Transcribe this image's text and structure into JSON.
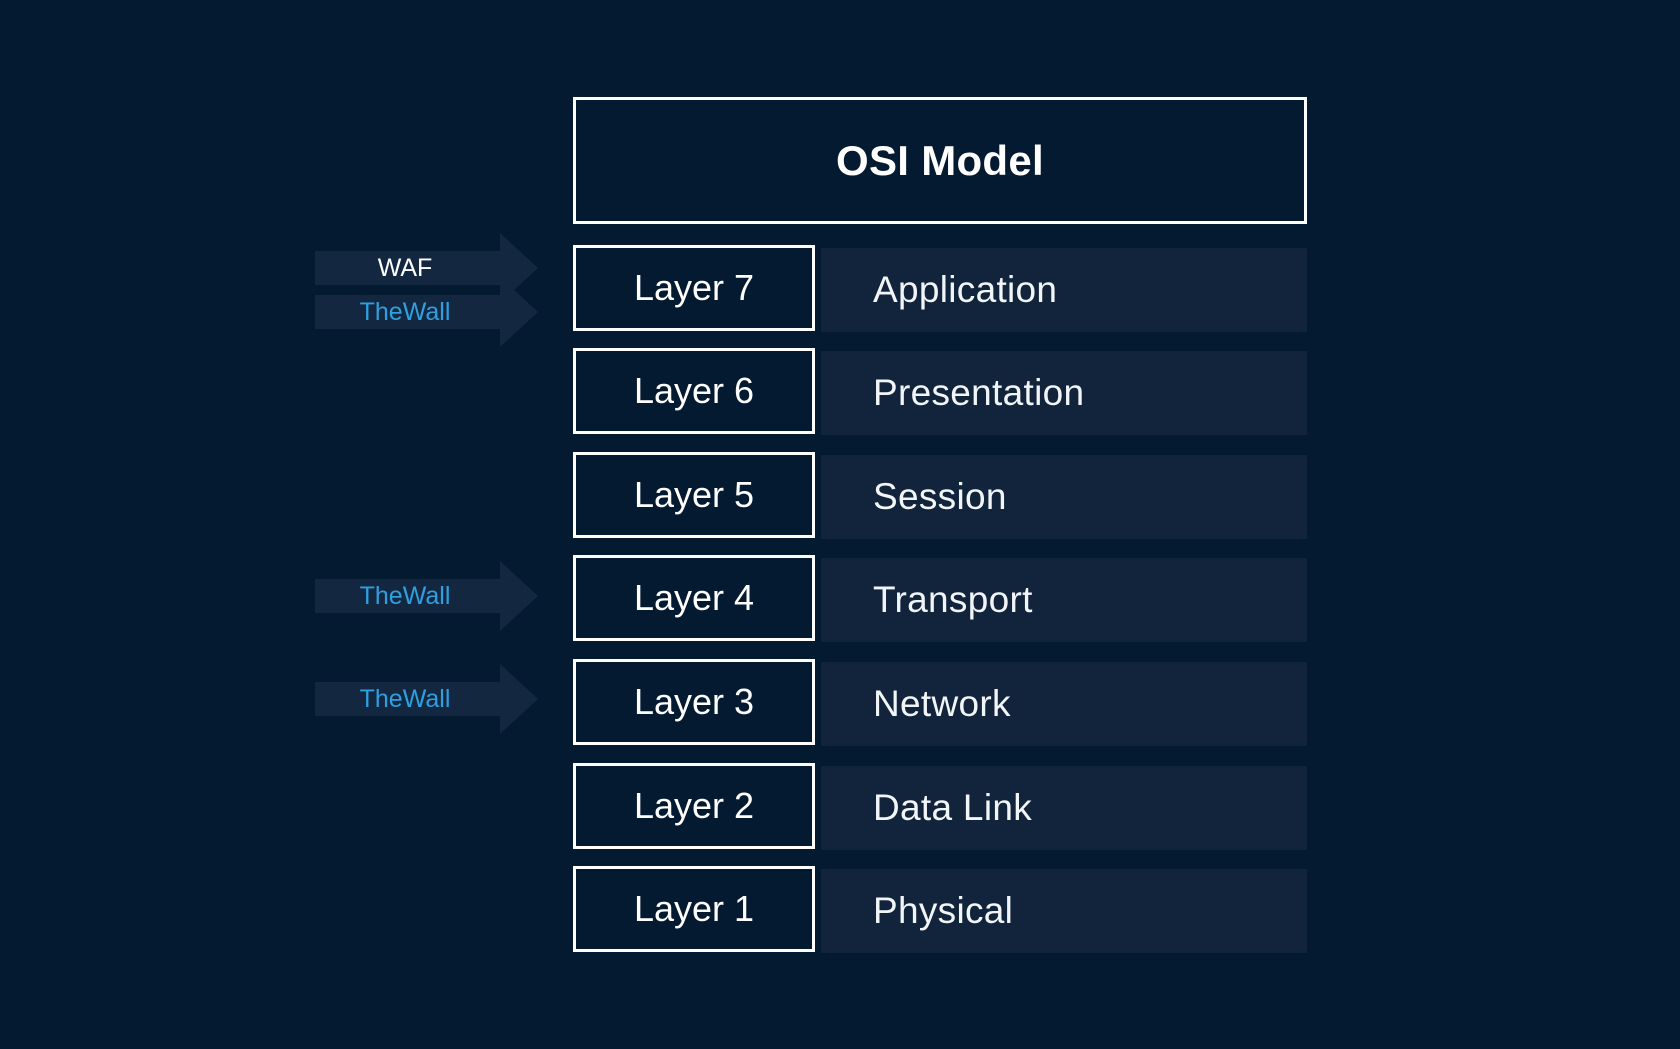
{
  "diagram": {
    "title": "OSI Model",
    "layers": [
      {
        "label": "Layer 7",
        "name": "Application"
      },
      {
        "label": "Layer 6",
        "name": "Presentation"
      },
      {
        "label": "Layer 5",
        "name": "Session"
      },
      {
        "label": "Layer 4",
        "name": "Transport"
      },
      {
        "label": "Layer 3",
        "name": "Network"
      },
      {
        "label": "Layer 2",
        "name": "Data Link"
      },
      {
        "label": "Layer 1",
        "name": "Physical"
      }
    ],
    "protections": [
      {
        "label": "WAF",
        "target": "Layer 7"
      },
      {
        "label": "TheWall",
        "target": "Layer 7"
      },
      {
        "label": "TheWall",
        "target": "Layer 4"
      },
      {
        "label": "TheWall",
        "target": "Layer 3"
      }
    ]
  },
  "colors": {
    "background": "#041a30",
    "layer_name_bar": "#11243b",
    "arrow_fill": "#132840",
    "thewall_text": "#2f9fe0",
    "border": "#ffffff"
  }
}
